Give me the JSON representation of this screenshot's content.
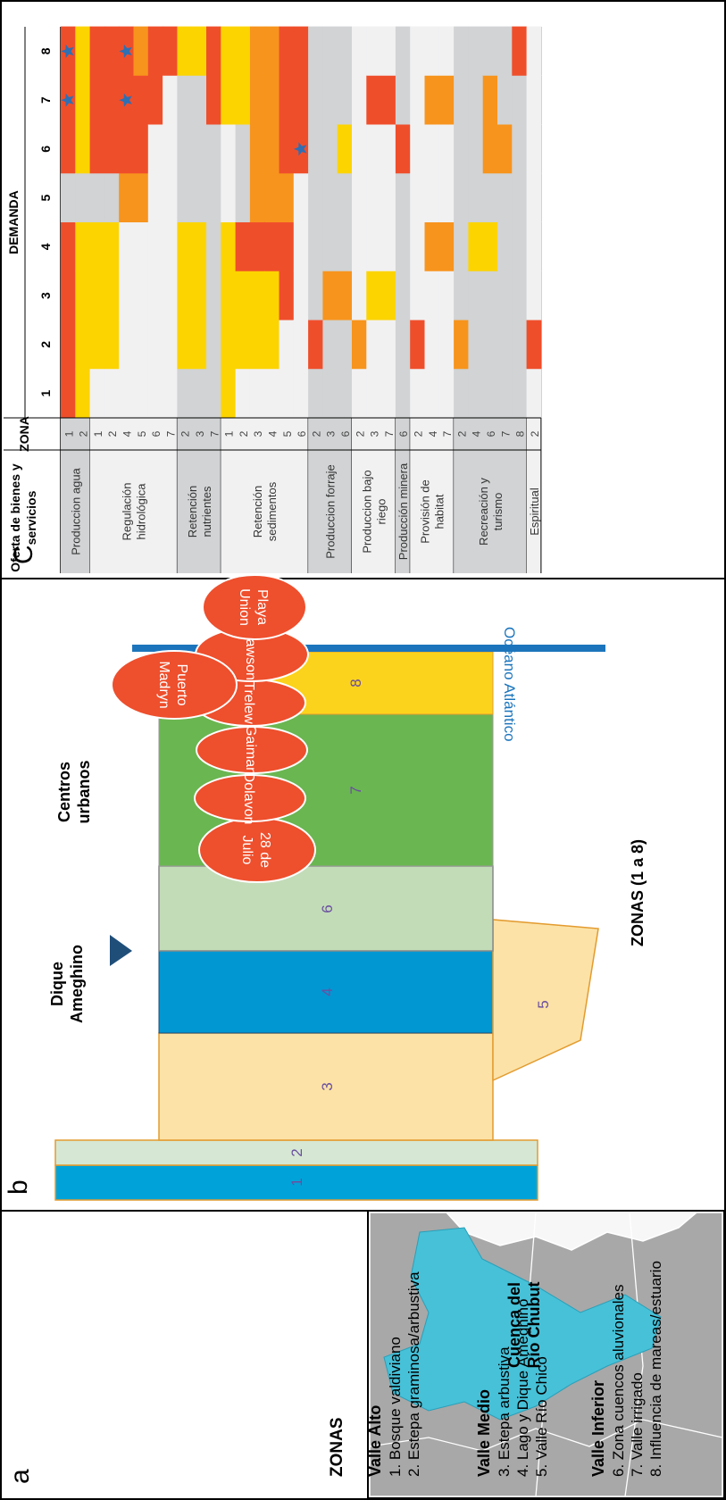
{
  "panel_a": {
    "letter": "a",
    "map_label_line1": "Cuenca del",
    "map_label_line2": "Río Chubut",
    "zones_title": "ZONAS",
    "groups": [
      {
        "title": "Valle Alto",
        "items": [
          "1.  Bosque valdiviano",
          "2.  Estepa graminosa/arbustiva"
        ]
      },
      {
        "title": "Valle Medio",
        "items": [
          "3. Estepa arbustiva",
          "4. Lago y Dique Ameghino",
          "5. Valle Río Chico"
        ]
      },
      {
        "title": "Valle Inferior",
        "items": [
          "6. Zona cuencos aluvionales",
          "7. Valle irrigado",
          "8. Influencia de mareas/estuario"
        ]
      }
    ],
    "colors": {
      "basin": "#46c1d8",
      "land": "#a8a8a8"
    }
  },
  "panel_b": {
    "letter": "b",
    "dam_label_line1": "Dique",
    "dam_label_line2": "Ameghino",
    "urban_label_line1": "Centros",
    "urban_label_line2": "urbanos",
    "zones_caption": "ZONAS (1 a 8)",
    "ocean_label": "Océano Atlántico",
    "zone_numbers": [
      "1",
      "2",
      "3",
      "4",
      "5",
      "6",
      "7",
      "8"
    ],
    "cities": [
      {
        "line1": "28 de",
        "line2": "Julio"
      },
      {
        "line1": "Dolavon",
        "line2": ""
      },
      {
        "line1": "Gaiman",
        "line2": ""
      },
      {
        "line1": "Trelew",
        "line2": ""
      },
      {
        "line1": "Rawson",
        "line2": ""
      },
      {
        "line1": "Playa",
        "line2": "Union"
      },
      {
        "line1": "Puerto",
        "line2": "Madryn"
      }
    ],
    "colors": {
      "zone1": "#00a3d9",
      "zone2": "#d6e8d3",
      "zone3": "#fce2a6",
      "zone4": "#0097d3",
      "zone5": "#fce2a6",
      "zone6": "#c2dcb8",
      "zone7": "#6ab651",
      "zone8": "#fcd31c",
      "city": "#ee4f2d",
      "dam": "#1f4e79",
      "ocean": "#1c75bc"
    }
  },
  "panel_c": {
    "letter": "C",
    "header_supply_line1": "Oferta de bienes y",
    "header_supply_line2": "servicios",
    "header_zone": "ZONA",
    "header_demand": "DEMANDA",
    "demand_columns": [
      "1",
      "2",
      "3",
      "4",
      "5",
      "6",
      "7",
      "8"
    ],
    "rows": [
      {
        "service": "Produccion agua",
        "zone": "1",
        "cells": [
          "R",
          "R",
          "R",
          "R",
          "G",
          "R",
          "R",
          "R"
        ],
        "stars": [
          7,
          8
        ]
      },
      {
        "service": "Produccion agua",
        "zone": "2",
        "cells": [
          "Y",
          "Y",
          "Y",
          "Y",
          "G",
          "Y",
          "Y",
          "Y"
        ],
        "stars": []
      },
      {
        "service": "Regulación hidrológica",
        "zone": "1",
        "cells": [
          "L",
          "Y",
          "Y",
          "Y",
          "G",
          "R",
          "R",
          "R"
        ],
        "stars": []
      },
      {
        "service": "Regulación hidrológica",
        "zone": "2",
        "cells": [
          "L",
          "Y",
          "Y",
          "Y",
          "G",
          "R",
          "R",
          "R"
        ],
        "stars": []
      },
      {
        "service": "Regulación hidrológica",
        "zone": "4",
        "cells": [
          "L",
          "L",
          "L",
          "L",
          "O",
          "R",
          "R",
          "R"
        ],
        "stars": [
          7,
          8
        ]
      },
      {
        "service": "Regulación hidrológica",
        "zone": "5",
        "cells": [
          "L",
          "L",
          "L",
          "L",
          "O",
          "R",
          "R",
          "O"
        ],
        "stars": []
      },
      {
        "service": "Regulación hidrológica",
        "zone": "6",
        "cells": [
          "L",
          "L",
          "L",
          "L",
          "L",
          "L",
          "R",
          "R"
        ],
        "stars": []
      },
      {
        "service": "Regulación hidrológica",
        "zone": "7",
        "cells": [
          "L",
          "L",
          "L",
          "L",
          "L",
          "L",
          "L",
          "R"
        ],
        "stars": []
      },
      {
        "service": "Retención nutrientes",
        "zone": "2",
        "cells": [
          "G",
          "Y",
          "Y",
          "Y",
          "G",
          "G",
          "G",
          "Y"
        ],
        "stars": []
      },
      {
        "service": "Retención nutrientes",
        "zone": "3",
        "cells": [
          "G",
          "Y",
          "Y",
          "Y",
          "G",
          "G",
          "G",
          "Y"
        ],
        "stars": []
      },
      {
        "service": "Retención nutrientes",
        "zone": "7",
        "cells": [
          "G",
          "G",
          "G",
          "G",
          "G",
          "G",
          "R",
          "R"
        ],
        "stars": []
      },
      {
        "service": "Retención sedimentos",
        "zone": "1",
        "cells": [
          "Y",
          "Y",
          "Y",
          "Y",
          "L",
          "L",
          "Y",
          "Y"
        ],
        "stars": []
      },
      {
        "service": "Retención sedimentos",
        "zone": "2",
        "cells": [
          "L",
          "Y",
          "Y",
          "R",
          "G",
          "G",
          "Y",
          "Y"
        ],
        "stars": []
      },
      {
        "service": "Retención sedimentos",
        "zone": "3",
        "cells": [
          "L",
          "Y",
          "Y",
          "R",
          "O",
          "O",
          "O",
          "O"
        ],
        "stars": []
      },
      {
        "service": "Retención sedimentos",
        "zone": "4",
        "cells": [
          "L",
          "Y",
          "Y",
          "R",
          "O",
          "O",
          "O",
          "O"
        ],
        "stars": []
      },
      {
        "service": "Retención sedimentos",
        "zone": "5",
        "cells": [
          "L",
          "L",
          "R",
          "R",
          "O",
          "R",
          "R",
          "R"
        ],
        "stars": []
      },
      {
        "service": "Retención sedimentos",
        "zone": "6",
        "cells": [
          "L",
          "L",
          "L",
          "L",
          "L",
          "R",
          "R",
          "R"
        ],
        "stars": [
          6
        ]
      },
      {
        "service": "Produccion forraje",
        "zone": "2",
        "cells": [
          "G",
          "R",
          "G",
          "G",
          "G",
          "G",
          "G",
          "G"
        ],
        "stars": []
      },
      {
        "service": "Produccion forraje",
        "zone": "3",
        "cells": [
          "G",
          "G",
          "O",
          "G",
          "G",
          "G",
          "G",
          "G"
        ],
        "stars": []
      },
      {
        "service": "Produccion forraje",
        "zone": "6",
        "cells": [
          "G",
          "G",
          "O",
          "G",
          "G",
          "Y",
          "G",
          "G"
        ],
        "stars": []
      },
      {
        "service": "Produccion bajo riego",
        "zone": "2",
        "cells": [
          "L",
          "O",
          "L",
          "L",
          "L",
          "L",
          "L",
          "L"
        ],
        "stars": []
      },
      {
        "service": "Produccion bajo riego",
        "zone": "3",
        "cells": [
          "L",
          "L",
          "Y",
          "L",
          "L",
          "L",
          "R",
          "L"
        ],
        "stars": []
      },
      {
        "service": "Produccion bajo riego",
        "zone": "7",
        "cells": [
          "L",
          "L",
          "Y",
          "L",
          "L",
          "L",
          "R",
          "L"
        ],
        "stars": []
      },
      {
        "service": "Producción minera",
        "zone": "6",
        "cells": [
          "G",
          "G",
          "G",
          "G",
          "G",
          "R",
          "G",
          "G"
        ],
        "stars": []
      },
      {
        "service": "Provisión de habitat",
        "zone": "2",
        "cells": [
          "L",
          "R",
          "L",
          "L",
          "L",
          "L",
          "L",
          "L"
        ],
        "stars": []
      },
      {
        "service": "Provisión de habitat",
        "zone": "4",
        "cells": [
          "L",
          "L",
          "L",
          "O",
          "L",
          "L",
          "O",
          "L"
        ],
        "stars": []
      },
      {
        "service": "Provisión de habitat",
        "zone": "7",
        "cells": [
          "L",
          "L",
          "L",
          "O",
          "L",
          "L",
          "O",
          "L"
        ],
        "stars": []
      },
      {
        "service": "Recreación y turismo",
        "zone": "2",
        "cells": [
          "G",
          "O",
          "G",
          "G",
          "G",
          "G",
          "G",
          "G"
        ],
        "stars": []
      },
      {
        "service": "Recreación y turismo",
        "zone": "4",
        "cells": [
          "G",
          "G",
          "G",
          "Y",
          "G",
          "G",
          "G",
          "G"
        ],
        "stars": []
      },
      {
        "service": "Recreación y turismo",
        "zone": "6",
        "cells": [
          "G",
          "G",
          "G",
          "Y",
          "G",
          "O",
          "O",
          "G"
        ],
        "stars": []
      },
      {
        "service": "Recreación y turismo",
        "zone": "7",
        "cells": [
          "G",
          "G",
          "G",
          "G",
          "G",
          "O",
          "G",
          "G"
        ],
        "stars": []
      },
      {
        "service": "Recreación y turismo",
        "zone": "8",
        "cells": [
          "G",
          "G",
          "G",
          "G",
          "G",
          "G",
          "G",
          "R"
        ],
        "stars": []
      },
      {
        "service": "Espiritual",
        "zone": "2",
        "cells": [
          "L",
          "R",
          "L",
          "L",
          "L",
          "L",
          "L",
          "L"
        ],
        "stars": []
      }
    ],
    "groups": [
      {
        "label_line1": "Produccion agua",
        "label_line2": "",
        "start": 0,
        "count": 2,
        "band": "G"
      },
      {
        "label_line1": "Regulación",
        "label_line2": "hidrológica",
        "start": 2,
        "count": 6,
        "band": "L"
      },
      {
        "label_line1": "Retención",
        "label_line2": "nutrientes",
        "start": 8,
        "count": 3,
        "band": "G"
      },
      {
        "label_line1": "Retención",
        "label_line2": "sedimentos",
        "start": 11,
        "count": 6,
        "band": "L"
      },
      {
        "label_line1": "Produccion forraje",
        "label_line2": "",
        "start": 17,
        "count": 3,
        "band": "G"
      },
      {
        "label_line1": "Produccion bajo",
        "label_line2": "riego",
        "start": 20,
        "count": 3,
        "band": "L"
      },
      {
        "label_line1": "Producción minera",
        "label_line2": "",
        "start": 23,
        "count": 1,
        "band": "G"
      },
      {
        "label_line1": "Provisión de",
        "label_line2": "habitat",
        "start": 24,
        "count": 3,
        "band": "L"
      },
      {
        "label_line1": "Recreación y",
        "label_line2": "turismo",
        "start": 27,
        "count": 5,
        "band": "G"
      },
      {
        "label_line1": "Espiritual",
        "label_line2": "",
        "start": 32,
        "count": 1,
        "band": "L"
      }
    ],
    "colors": {
      "R": "#ef4e2b",
      "O": "#f7941d",
      "Y": "#fcd400",
      "G": "#d1d3d4",
      "L": "#f1f1f2",
      "star": "#2f6fb3"
    }
  }
}
